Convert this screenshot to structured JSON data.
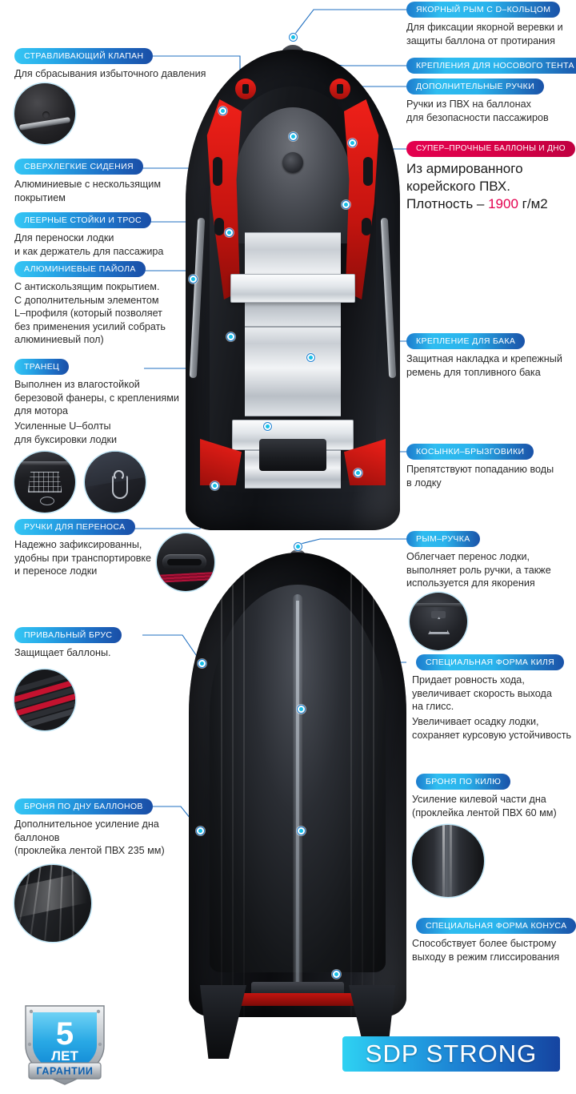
{
  "meta": {
    "language": "ru",
    "accent_cyan": "#2ec5f0",
    "accent_blue": "#1a4ea6",
    "accent_red": "#e4004f",
    "hull_red": "#ef2019"
  },
  "brand": {
    "name": "SDP STRONG"
  },
  "warranty": {
    "years": "5",
    "years_unit": "ЛЕТ",
    "label": "ГАРАНТИИ"
  },
  "features_left": [
    {
      "id": "relief-valve",
      "title": "СТРАВЛИВАЮЩИЙ КЛАПАН",
      "desc": "Для сбрасывания избыточного давления"
    },
    {
      "id": "ultralight-seats",
      "title": "СВЕРХЛЕГКИЕ СИДЕНИЯ",
      "desc": "Алюминиевые с нескользящим\nпокрытием"
    },
    {
      "id": "railing-posts",
      "title": "ЛЕЕРНЫЕ  СТОЙКИ И ТРОС",
      "desc": "Для переноски лодки\nи как держатель для пассажира"
    },
    {
      "id": "aluminium-floor",
      "title": "АЛЮМИНИЕВЫЕ ПАЙОЛА",
      "desc": "С антискользящим покрытием.\nС дополнительным элементом\nL–профиля (который позволяет\nбез применения усилий собрать\nалюминиевый пол)"
    },
    {
      "id": "transom",
      "title": "ТРАНЕЦ",
      "desc": "Выполнен из влагостойкой\nберезовой фанеры, с креплениями\nдля мотора",
      "desc2": "Усиленные U–болты\nдля буксировки лодки"
    },
    {
      "id": "carry-handles",
      "title": "РУЧКИ ДЛЯ ПЕРЕНОСА",
      "desc": "Надежно зафиксированны,\nудобны при транспортировке\nи переносе лодки"
    },
    {
      "id": "rubbing-strake",
      "title": "ПРИВАЛЬНЫЙ БРУС",
      "desc": "Защищает баллоны."
    },
    {
      "id": "tube-bottom-armor",
      "title": "БРОНЯ ПО ДНУ БАЛЛОНОВ",
      "desc": "Дополнительное усиление дна\nбаллонов\n(проклейка лентой ПВХ 235 мм)"
    }
  ],
  "features_right": [
    {
      "id": "anchor-eye",
      "title": "ЯКОРНЫЙ РЫМ С D–КОЛЬЦОМ",
      "desc": "Для фиксации якорной веревки и\nзащиты баллона от протирания"
    },
    {
      "id": "bow-tent-mounts",
      "title": "КРЕПЛЕНИЯ ДЛЯ НОСОВОГО ТЕНТА",
      "desc": ""
    },
    {
      "id": "extra-handles",
      "title": "ДОПОЛНИТЕЛЬНЫЕ РУЧКИ",
      "desc": "Ручки из ПВХ на баллонах\nдля безопасности пассажиров"
    },
    {
      "id": "super-strong-tubes",
      "title": "СУПЕР–ПРОЧНЫЕ БАЛЛОНЫ И ДНО",
      "desc_part1": "Из армированного\nкорейского ПВХ.\nПлотность – ",
      "desc_highlight": "1900",
      "desc_part2": " г/м2",
      "is_red": true
    },
    {
      "id": "tank-mount",
      "title": "КРЕПЛЕНИЕ ДЛЯ БАКА",
      "desc": "Защитная накладка и крепежный\nремень для топливного бака"
    },
    {
      "id": "splash-gussets",
      "title": "КОСЫНКИ–БРЫЗГОВИКИ",
      "desc": "Препятствуют попаданию воды\nв лодку"
    },
    {
      "id": "rym-handle",
      "title": "РЫМ–РУЧКА",
      "desc": "Облегчает перенос лодки,\nвыполняет роль ручки, а также\nиспользуется для якорения"
    },
    {
      "id": "special-keel-shape",
      "title": "СПЕЦИАЛЬНАЯ ФОРМА КИЛЯ",
      "desc": "Придает ровность хода,\nувеличивает скорость выхода\nна глисс.",
      "desc2": "Увеличивает осадку лодки,\nсохраняет курсовую устойчивость"
    },
    {
      "id": "keel-armor",
      "title": "БРОНЯ ПО КИЛЮ",
      "desc": "Усиление килевой части дна\n(проклейка лентой ПВХ 60 мм)"
    },
    {
      "id": "special-cone-shape",
      "title": "СПЕЦИАЛЬНАЯ ФОРМА  КОНУСА",
      "desc": "Способствует более быстрому\nвыходу в режим глиссирования"
    }
  ]
}
